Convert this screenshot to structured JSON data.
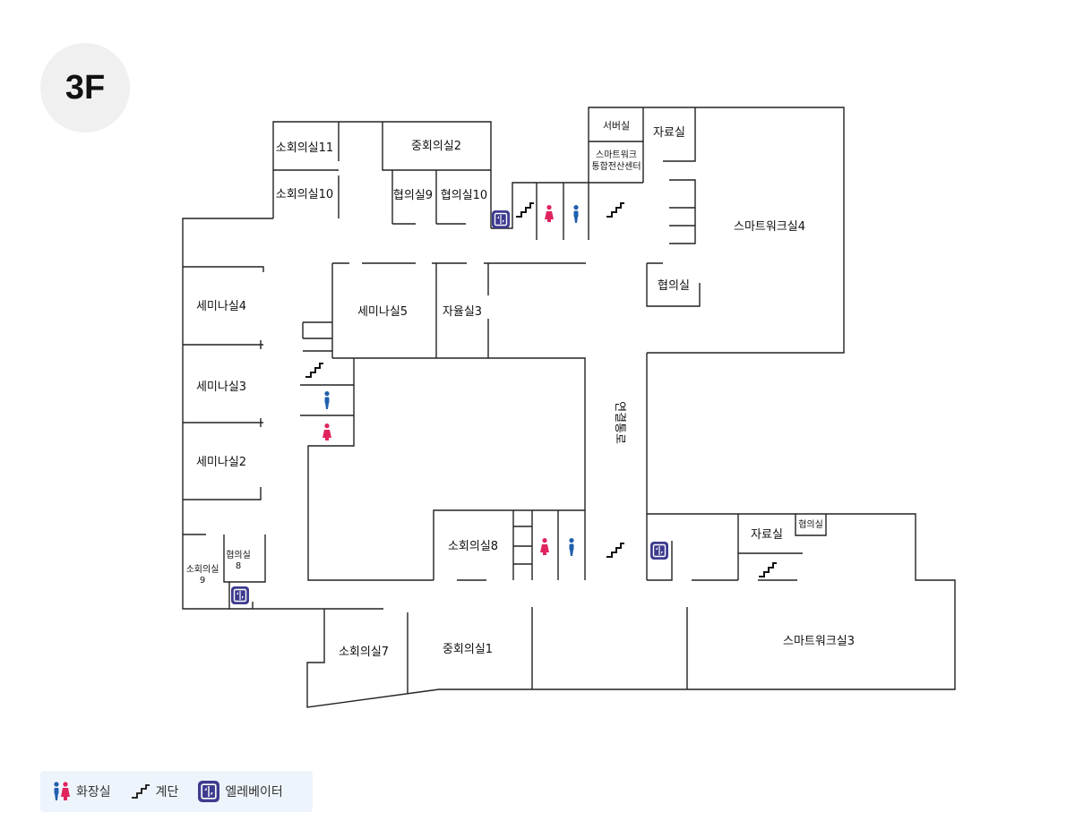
{
  "floor": {
    "label": "3F"
  },
  "rooms": {
    "small_meeting_11": "소회의실11",
    "small_meeting_10": "소회의실10",
    "mid_meeting_2": "중회의실2",
    "consult_9": "협의실9",
    "consult_10": "협의실10",
    "server_room": "서버실",
    "archive_top": "자료실",
    "smartwork_center_line1": "스마트워크",
    "smartwork_center_line2": "통합전산센터",
    "smartwork_4": "스마트워크실4",
    "consult_right": "협의실",
    "seminar_4": "세미나실4",
    "seminar_5": "세미나실5",
    "study_3": "자율실3",
    "seminar_3": "세미나실3",
    "seminar_2": "세미나실2",
    "corridor_link": "연결통로",
    "small_meeting_8": "소회의실8",
    "archive_bottom": "자료실",
    "consult_bottom": "협의실",
    "small_meeting_9_line1": "소회의실",
    "small_meeting_9_line2": "9",
    "consult_8_line1": "협의실",
    "consult_8_line2": "8",
    "small_meeting_7": "소회의실7",
    "mid_meeting_1": "중회의실1",
    "smartwork_3": "스마트워크실3"
  },
  "legend": {
    "restroom": "화장실",
    "stairs": "계단",
    "elevator": "엘레베이터"
  },
  "colors": {
    "female": "#e0245e",
    "male": "#1f5fae",
    "elevator": "#3d3b8e",
    "legend_bg": "#eef4fc",
    "badge_bg": "#f0f0f0"
  }
}
